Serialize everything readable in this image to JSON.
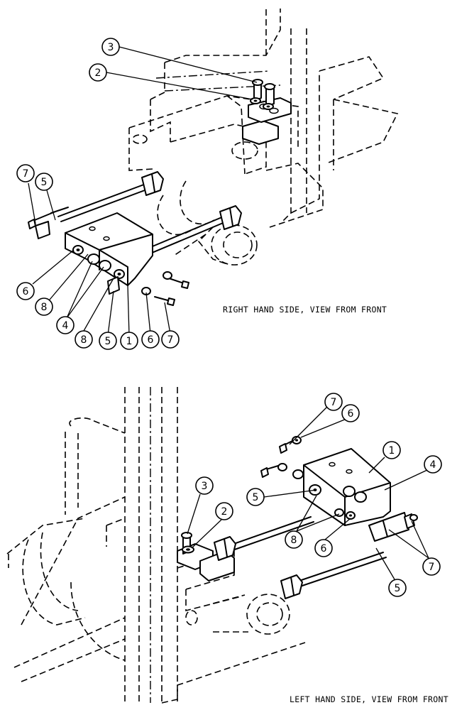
{
  "diagram": {
    "views": [
      {
        "caption": "RIGHT HAND SIDE, VIEW FROM FRONT",
        "callouts": [
          "3",
          "2",
          "7",
          "5",
          "6",
          "8",
          "4",
          "8",
          "5",
          "1",
          "6",
          "7"
        ]
      },
      {
        "caption": "LEFT HAND SIDE, VIEW FROM FRONT",
        "callouts": [
          "7",
          "6",
          "1",
          "4",
          "3",
          "5",
          "2",
          "8",
          "6",
          "7",
          "5"
        ]
      }
    ]
  }
}
